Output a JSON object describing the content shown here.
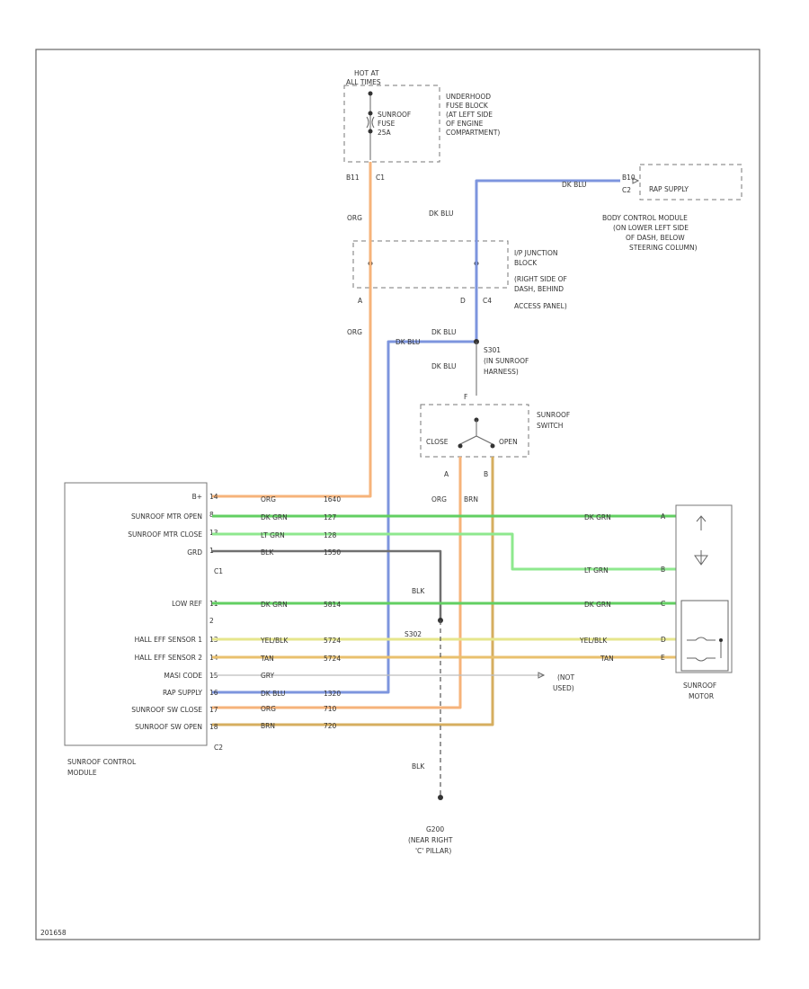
{
  "fuse_block": {
    "hot_at": "HOT AT",
    "hot_when": "ALL TIMES",
    "fuse_label": "SUNROOF",
    "fuse_label2": "FUSE",
    "fuse_amp": "25A",
    "block_desc": [
      "UNDERHOOD",
      "FUSE BLOCK",
      "(AT LEFT SIDE",
      "OF ENGINE",
      "COMPARTMENT)"
    ],
    "pin_left": "B11",
    "pin_right": "C1"
  },
  "wires_top": {
    "org_1": "ORG",
    "org_2": "ORG",
    "dkblu_1": "DK BLU",
    "dkblu_2": "DK BLU",
    "dkblu_3": "DK BLU",
    "dkblu_4": "DK BLU",
    "dkblu_5": "DK BLU"
  },
  "bcm": {
    "pin": "B10",
    "connector": "C2",
    "signal": "RAP SUPPLY",
    "desc": [
      "BODY CONTROL MODULE",
      "(ON LOWER LEFT SIDE",
      "OF DASH, BELOW",
      "STEERING COLUMN)"
    ]
  },
  "ip_junction": {
    "pin_a": "A",
    "pin_d": "D",
    "connector": "C4",
    "desc": [
      "I/P JUNCTION",
      "BLOCK",
      "(RIGHT SIDE OF",
      "DASH, BEHIND",
      "ACCESS PANEL)"
    ]
  },
  "splice_s301": {
    "id": "S301",
    "desc": "(IN SUNROOF",
    "desc2": "HARNESS)"
  },
  "sunroof_switch": {
    "pin_top": "F",
    "close_label": "CLOSE",
    "open_label": "OPEN",
    "desc": [
      "SUNROOF",
      "SWITCH"
    ],
    "pin_a": "A",
    "pin_b": "B",
    "wire_a": "ORG",
    "wire_b": "BRN"
  },
  "control_module": {
    "name": [
      "SUNROOF CONTROL",
      "MODULE"
    ],
    "connector_c1": "C1",
    "connector_c2": "C2",
    "rows": [
      {
        "pin": "14",
        "label": "B+",
        "wire": "ORG",
        "circuit": "1640"
      },
      {
        "pin": "8",
        "label": "SUNROOF MTR OPEN",
        "wire": "DK GRN",
        "circuit": "127"
      },
      {
        "pin": "13",
        "label": "SUNROOF MTR CLOSE",
        "wire": "LT GRN",
        "circuit": "128"
      },
      {
        "pin": "1",
        "label": "GRD",
        "wire": "BLK",
        "circuit": "1550"
      },
      {
        "pin": "11",
        "label": "LOW REF",
        "wire": "DK GRN",
        "circuit": "5814"
      },
      {
        "pin": "2",
        "label": "",
        "wire": "",
        "circuit": ""
      },
      {
        "pin": "13",
        "label": "HALL EFF SENSOR 1",
        "wire": "YEL/BLK",
        "circuit": "5724"
      },
      {
        "pin": "14",
        "label": "HALL EFF SENSOR 2",
        "wire": "TAN",
        "circuit": "5724"
      },
      {
        "pin": "15",
        "label": "MASI CODE",
        "wire": "GRY",
        "circuit": ""
      },
      {
        "pin": "16",
        "label": "RAP SUPPLY",
        "wire": "DK BLU",
        "circuit": "1320"
      },
      {
        "pin": "17",
        "label": "SUNROOF SW CLOSE",
        "wire": "ORG",
        "circuit": "710"
      },
      {
        "pin": "18",
        "label": "SUNROOF SW OPEN",
        "wire": "BRN",
        "circuit": "720"
      }
    ]
  },
  "motor": {
    "name": [
      "SUNROOF",
      "MOTOR"
    ],
    "pins": [
      "A",
      "B",
      "C",
      "D",
      "E"
    ],
    "wire_dkgrn_1": "DK GRN",
    "wire_ltgrn": "LT GRN",
    "wire_dkgrn_2": "DK GRN",
    "wire_yel": "YEL/BLK",
    "wire_tan": "TAN"
  },
  "not_used": [
    "(NOT",
    "USED)"
  ],
  "ground": {
    "wire_1": "BLK",
    "splice": "S302",
    "wire_2": "BLK",
    "id": "G200",
    "desc": [
      "(NEAR RIGHT",
      "'C' PILLAR)"
    ]
  },
  "footer_code": "201658"
}
